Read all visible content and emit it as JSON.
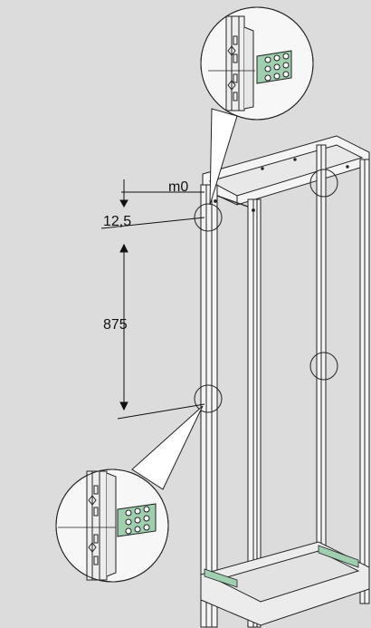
{
  "dimensions": {
    "origin_label": "m0",
    "offset_label": "12,5",
    "spacing_label": "875"
  },
  "colors": {
    "background": "#dcdcdc",
    "frame_line": "#222222",
    "frame_fill": "#f4f4f4",
    "bracket": "#9fcfae",
    "detail_fill": "#f7f7f7"
  }
}
